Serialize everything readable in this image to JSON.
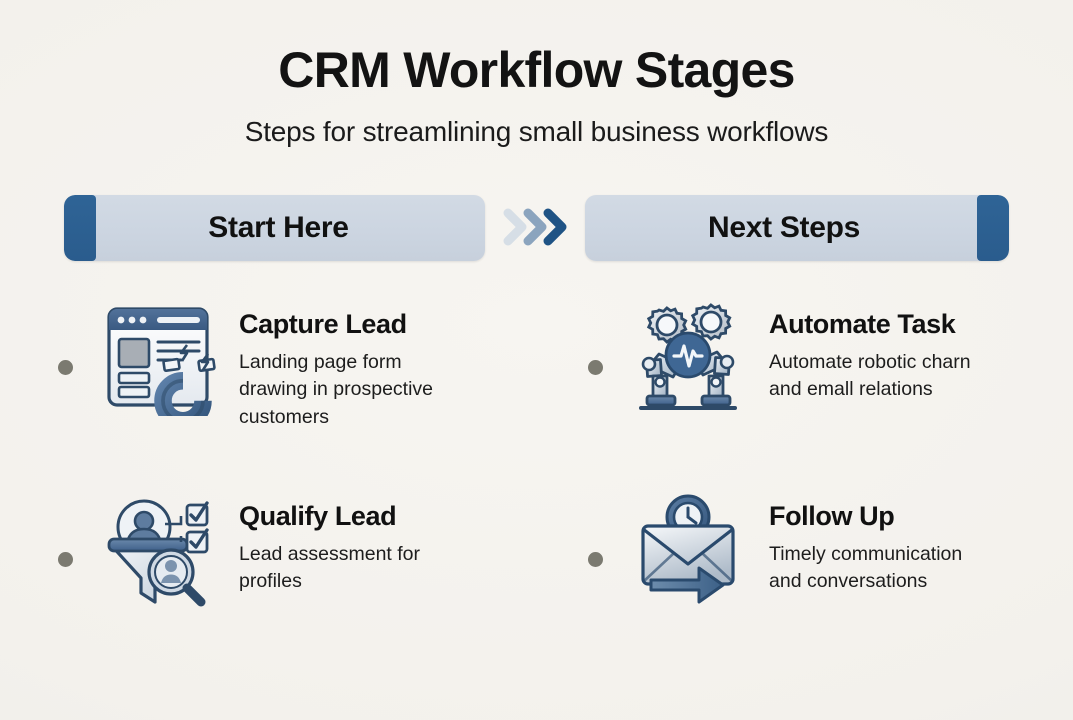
{
  "header": {
    "title": "CRM Workflow Stages",
    "subtitle": "Steps for streamlining small business workflows"
  },
  "banners": {
    "left_label": "Start Here",
    "right_label": "Next Steps",
    "separator_icon": "double-chevron-right-icon"
  },
  "colors": {
    "background": "#f4f2ee",
    "banner_fill": "#ccd5e1",
    "banner_cap": "#2d6094",
    "accent_blue": "#3a6d9e",
    "icon_dark": "#33506e",
    "bullet": "#7b7a70",
    "chevron_light": "#d4dce5",
    "chevron_mid": "#8ba3bd",
    "chevron_dark": "#1f5385",
    "text_primary": "#111111"
  },
  "columns": [
    {
      "name": "start-here",
      "items": [
        {
          "title": "Capture Lead",
          "description": "Landing page form drawing in prospective customers",
          "icon": "landing-page-magnet-icon"
        },
        {
          "title": "Qualify Lead",
          "description": "Lead assessment for profiles",
          "icon": "funnel-checklist-magnifier-icon"
        }
      ]
    },
    {
      "name": "next-steps",
      "items": [
        {
          "title": "Automate Task",
          "description": "Automate robotic charn and emall relations",
          "icon": "robot-arms-gears-icon"
        },
        {
          "title": "Follow Up",
          "description": "Timely communication and conversations",
          "icon": "envelope-clock-arrow-icon"
        }
      ]
    }
  ]
}
